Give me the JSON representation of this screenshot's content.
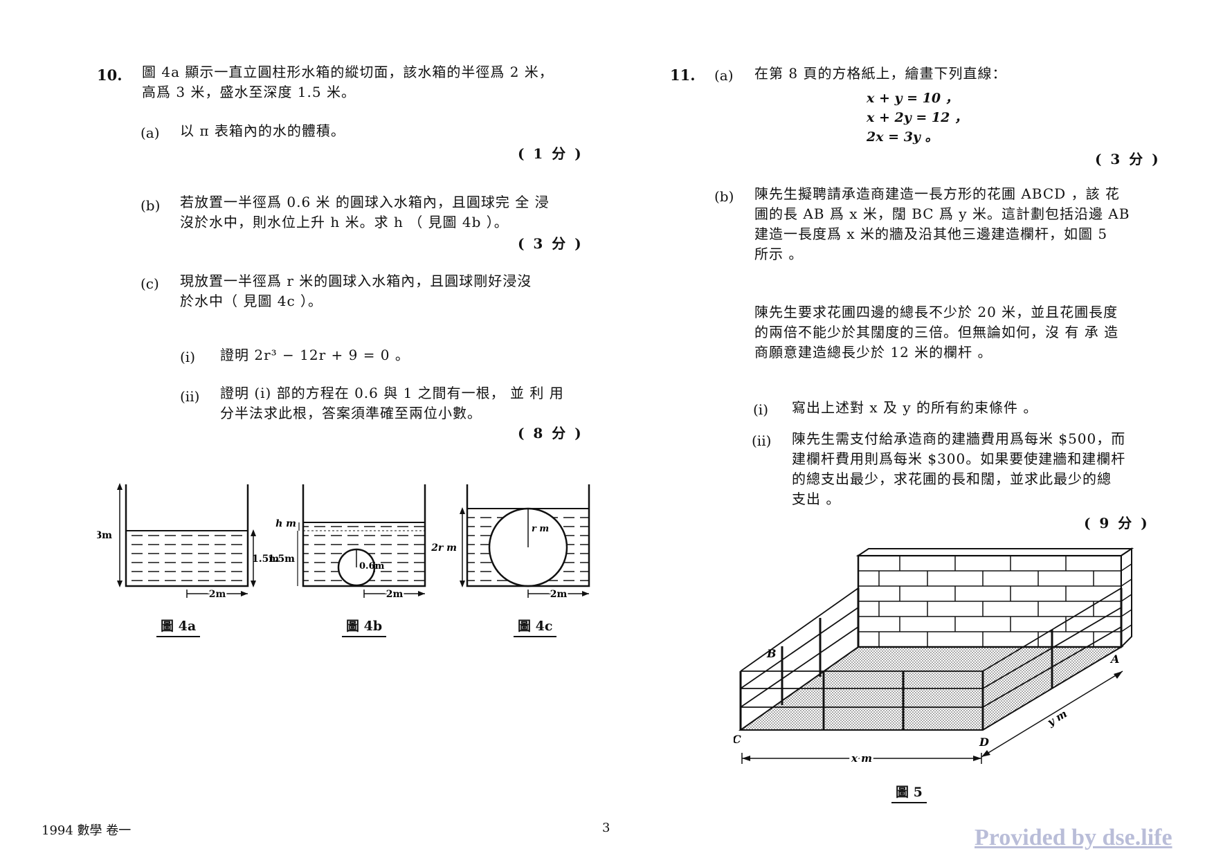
{
  "q10": {
    "number": "10.",
    "intro": [
      "圖 4a 顯示一直立圓柱形水箱的縱切面，該水箱的半徑爲 2 米，",
      "高爲 3 米，盛水至深度 1.5 米。"
    ],
    "a": {
      "label": "(a)",
      "text": "以 π 表箱內的水的體積。",
      "marks": "( 1 分 )"
    },
    "b": {
      "label": "(b)",
      "lines": [
        "若放置一半徑爲 0.6 米 的圓球入水箱內，且圓球完 全 浸",
        "沒於水中，則水位上升  h  米。求  h （ 見圖 4b ）。"
      ],
      "marks": "( 3 分 )"
    },
    "c": {
      "label": "(c)",
      "lines": [
        "現放置一半徑爲  r  米的圓球入水箱內，且圓球剛好浸沒",
        "於水中（ 見圖 4c ）。"
      ],
      "i": {
        "label": "(i)",
        "text": "證明  2r³ − 12r + 9 = 0  。"
      },
      "ii": {
        "label": "(ii)",
        "lines": [
          "證明 (i) 部的方程在 0.6 與 1 之間有一根，  並 利 用",
          "分半法求此根，答案須準確至兩位小數。"
        ]
      },
      "marks": "( 8 分 )"
    },
    "figures": {
      "f4a": {
        "caption": "圖 4a",
        "height": "3m",
        "water": "1.5m",
        "radius": "2m"
      },
      "f4b": {
        "caption": "圖 4b",
        "rise": "h m",
        "water": "1.5m",
        "ball": "0.6m",
        "radius": "2m"
      },
      "f4c": {
        "caption": "圖 4c",
        "depth": "2r m",
        "ball": "r m",
        "radius": "2m"
      }
    }
  },
  "q11": {
    "number": "11.",
    "a": {
      "label": "(a)",
      "text": "在第 8 頁的方格紙上，繪畫下列直線：",
      "equations": [
        "x + y = 10 ，",
        "x + 2y = 12 ，",
        "2x = 3y 。"
      ],
      "marks": "( 3 分 )"
    },
    "b": {
      "label": "(b)",
      "lines": [
        "陳先生擬聘請承造商建造一長方形的花圃  ABCD ，該 花",
        "圃的長 AB 爲  x 米，闊 BC 爲  y 米。這計劃包括沿邊 AB",
        "建造一長度爲  x 米的牆及沿其他三邊建造欄杆，如圖 5",
        "所示 。"
      ],
      "para2": [
        "陳先生要求花圃四邊的總長不少於 20 米，並且花圃長度",
        "的兩倍不能少於其闊度的三倍。但無論如何，沒 有 承 造",
        "商願意建造總長少於 12 米的欄杆 。"
      ],
      "i": {
        "label": "(i)",
        "text": "寫出上述對  x 及  y 的所有約束條件 。"
      },
      "ii": {
        "label": "(ii)",
        "lines": [
          "陳先生需支付給承造商的建牆費用爲每米 $500，而",
          "建欄杆費用則爲每米 $300。如果要使建牆和建欄杆",
          "的總支出最少，求花圃的長和闊，並求此最少的總",
          "支出 。"
        ]
      },
      "marks": "( 9 分 )"
    },
    "figure": {
      "caption": "圖 5",
      "A": "A",
      "B": "B",
      "C": "C",
      "D": "D",
      "x": "x m",
      "y": "y m"
    }
  },
  "footer": {
    "left": "1994 數學 卷一",
    "page": "3"
  },
  "watermark": "Provided by dse.life"
}
